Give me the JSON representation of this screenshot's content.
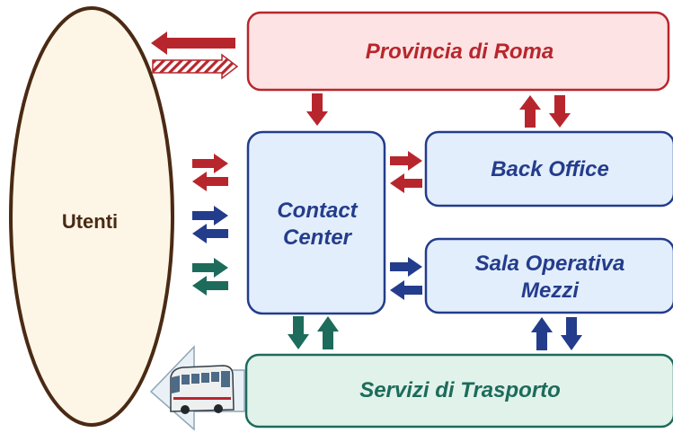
{
  "nodes": {
    "utenti": "Utenti",
    "provincia": "Provincia di Roma",
    "contact_center": [
      "Contact",
      "Center"
    ],
    "back_office": "Back Office",
    "sala_operativa": [
      "Sala Operativa",
      "Mezzi"
    ],
    "servizi": "Servizi di Trasporto"
  },
  "colors": {
    "red": "#b8262d",
    "blue": "#243c8c",
    "teal": "#1d6b5b",
    "brown": "#4a2a14",
    "provincia_fill": "#fde3e3",
    "blue_fill": "#e2eefb",
    "servizi_fill": "#e1f2ea"
  },
  "icons": [
    "bus-icon"
  ]
}
